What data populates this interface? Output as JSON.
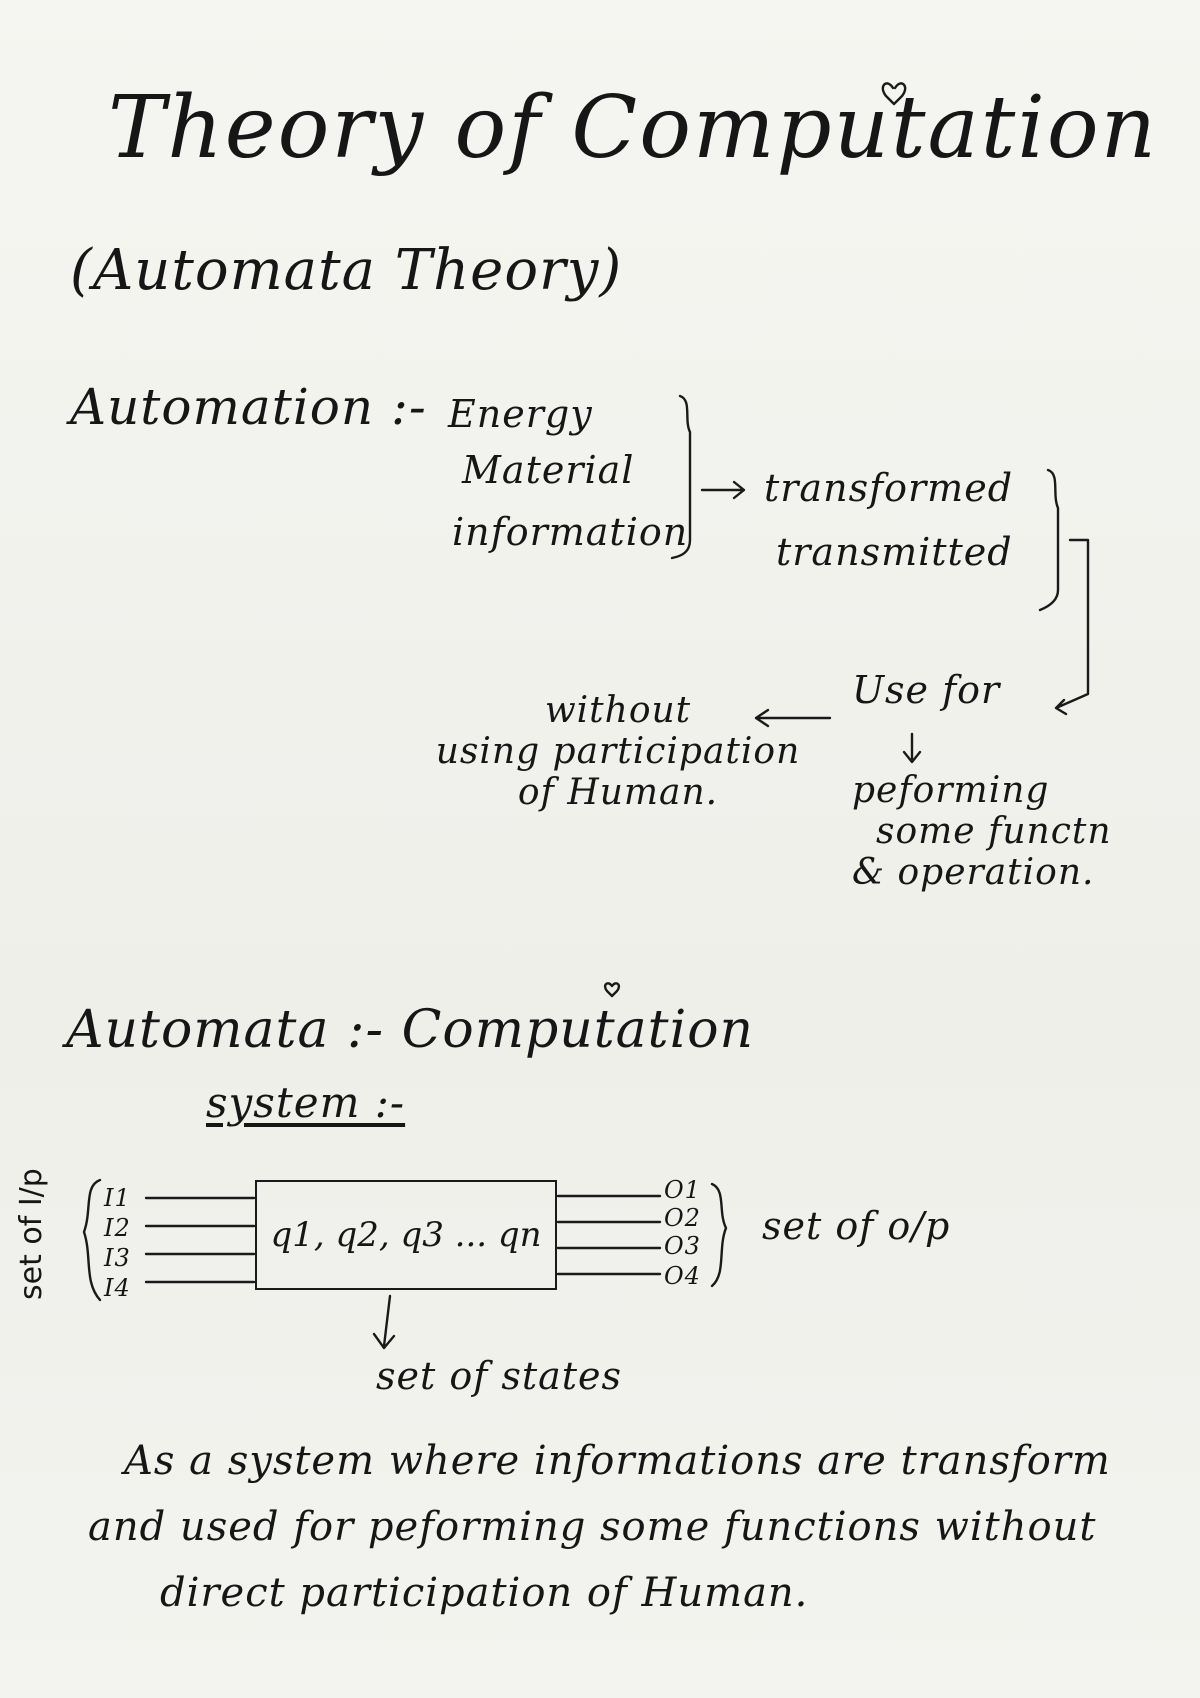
{
  "title": "Theory of Computation",
  "subtitle": "(Automata Theory)",
  "automation": {
    "heading": "Automation :- ",
    "items": [
      "Energy",
      "Material",
      "information"
    ],
    "transform_words": [
      "transformed",
      "transmitted"
    ],
    "use_for": "Use for",
    "without_note": [
      "without",
      "using participation",
      "of Human."
    ],
    "performing_note": [
      "peforming",
      "some functn",
      "& operation."
    ]
  },
  "automata": {
    "heading": "Automata :- Computation",
    "system_label": "system :-",
    "inputs_label": "set of I/p",
    "inputs": [
      "I1",
      "I2",
      "I3",
      "I4"
    ],
    "states": "q1, q2, q3 ... qn",
    "outputs": [
      "O1",
      "O2",
      "O3",
      "O4"
    ],
    "outputs_label": "set of o/p",
    "states_label": "set of states"
  },
  "definition": [
    "As a system where informations are transform",
    "and used for peforming some functions without",
    "direct participation of Human."
  ]
}
